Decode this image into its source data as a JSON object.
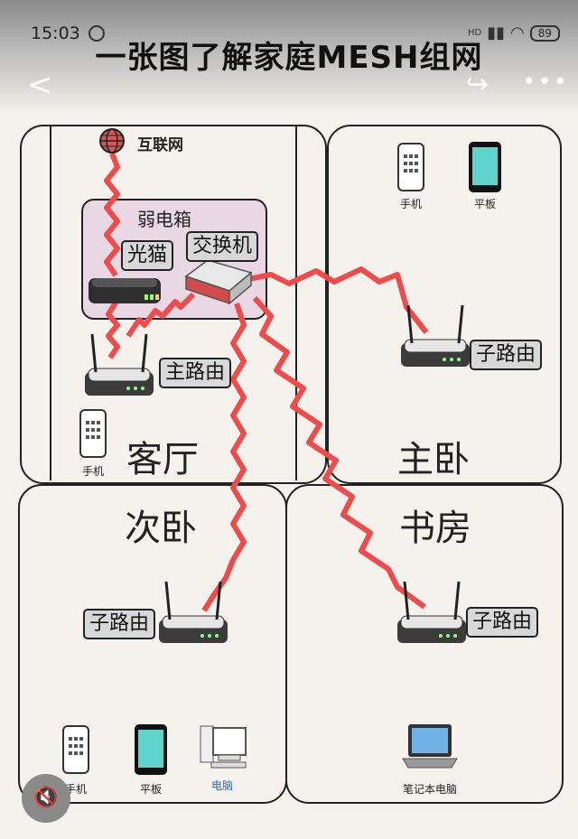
{
  "status_bar": {
    "time": "15:03",
    "network": "HD",
    "battery": "89"
  },
  "header": {
    "title": "一张图了解家庭MESH组网"
  },
  "diagram": {
    "internet": "互联网",
    "weak_box": "弱电箱",
    "modem": "光猫",
    "switch": "交换机",
    "main_router": "主路由",
    "sub_router": "子路由",
    "rooms": {
      "living": "客厅",
      "master": "主卧",
      "second": "次卧",
      "study": "书房"
    },
    "devices": {
      "phone": "手机",
      "tablet": "平板",
      "computer": "电脑",
      "laptop": "笔记本电脑"
    }
  },
  "colors": {
    "link": "#f04a4a",
    "accent_box": "#e9d8e4"
  }
}
